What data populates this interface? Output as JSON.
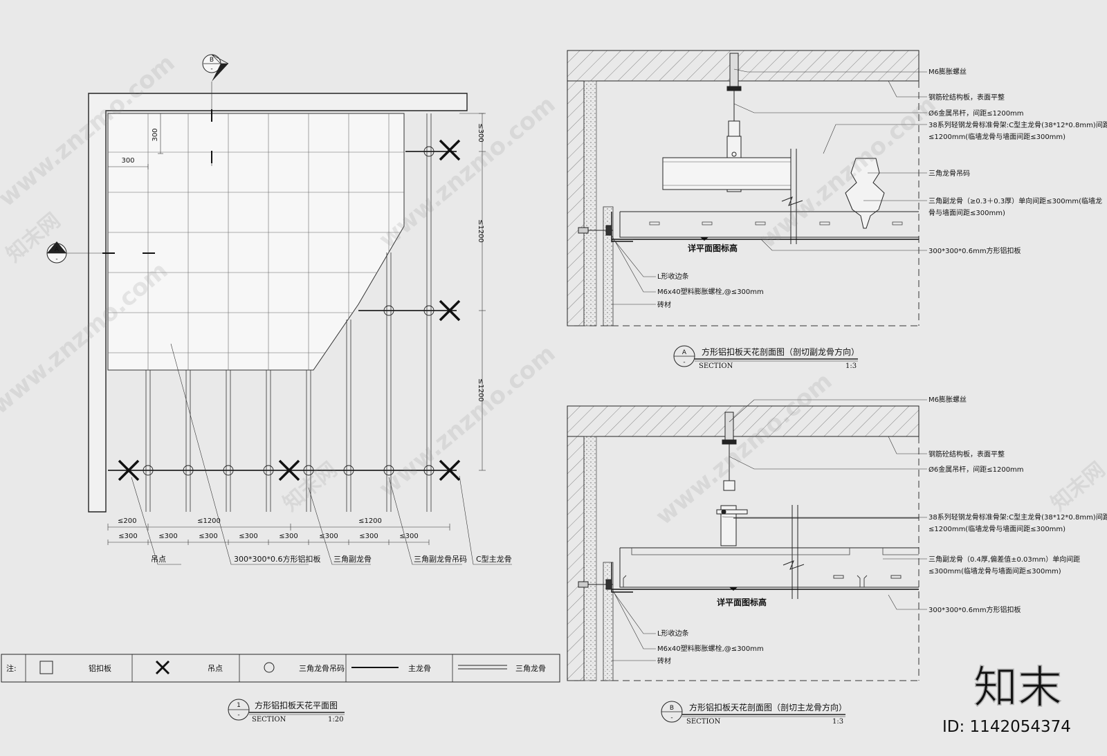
{
  "watermark": {
    "url": "www.znzmo.com",
    "brand_cn": "知末网",
    "logo": "知末",
    "id_text": "ID: 1142054374"
  },
  "plan": {
    "section_a_marker": "A",
    "section_b_marker": "B",
    "dim_300_top": "300",
    "dim_300_left": "300",
    "dim_right_300": "≤300",
    "dim_right_1200_a": "≤1200",
    "dim_right_1200_b": "≤1200",
    "dim_bottom_200": "≤200",
    "dim_bottom_1200_a": "≤1200",
    "dim_bottom_1200_b": "≤1200",
    "dim_bottom_300": "≤300",
    "leader_hanging_point": "吊点",
    "leader_panel": "300*300*0.6方形铝扣板",
    "leader_sub_keel": "三角副龙骨",
    "leader_sub_clip": "三角副龙骨吊码",
    "leader_c_keel": "C型主龙骨",
    "title": "方形铝扣板天花平面图",
    "title_num": "1",
    "title_sub": "-",
    "section_label": "SECTION",
    "scale": "1:20"
  },
  "legend": {
    "note": "注:",
    "panel": "铝扣板",
    "hanging_point": "吊点",
    "clip": "三角龙骨吊码",
    "main_keel": "主龙骨",
    "sub_keel": "三角龙骨"
  },
  "section_a": {
    "m6_bolt": "M6膨胀螺丝",
    "slab": "钢筋砼结构板，表面平整",
    "rod": "Ø6金属吊杆，间距≤1200mm",
    "frame_line1": "38系列轻钢龙骨标准骨架:C型主龙骨(38*12*0.8mm)间距",
    "frame_line2": "≤1200mm(临墙龙骨与墙面间距≤300mm)",
    "clip": "三角龙骨吊码",
    "sub_keel_line1": "三角副龙骨（≥0.3＋0.3厚）单向间距≤300mm(临墙龙",
    "sub_keel_line2": "骨与墙面间距≤300mm)",
    "panel": "300*300*0.6mm方形铝扣板",
    "level": "详平面图标高",
    "l_trim": "L形收边条",
    "anchor": "M6x40塑料膨胀螺栓,@≤300mm",
    "brick": "砖材",
    "title": "方形铝扣板天花剖面图（剖切副龙骨方向）",
    "title_marker": "A",
    "title_sub": "-",
    "section_label": "SECTION",
    "scale": "1:3"
  },
  "section_b": {
    "m6_bolt": "M6膨胀螺丝",
    "slab": "钢筋砼结构板，表面平整",
    "rod": "Ø6金属吊杆，间距≤1200mm",
    "frame_line1": "38系列轻钢龙骨标准骨架:C型主龙骨(38*12*0.8mm)间距",
    "frame_line2": "≤1200mm(临墙龙骨与墙面间距≤300mm)",
    "sub_keel_line1": "三角副龙骨（0.4厚,偏差值±0.03mm）单向间距",
    "sub_keel_line2": "≤300mm(临墙龙骨与墙面间距≤300mm)",
    "panel": "300*300*0.6mm方形铝扣板",
    "level": "详平面图标高",
    "l_trim": "L形收边条",
    "anchor": "M6x40塑料膨胀螺栓,@≤300mm",
    "brick": "砖材",
    "title": "方形铝扣板天花剖面图（剖切主龙骨方向）",
    "title_marker": "B",
    "title_sub": "-",
    "section_label": "SECTION",
    "scale": "1:3"
  }
}
